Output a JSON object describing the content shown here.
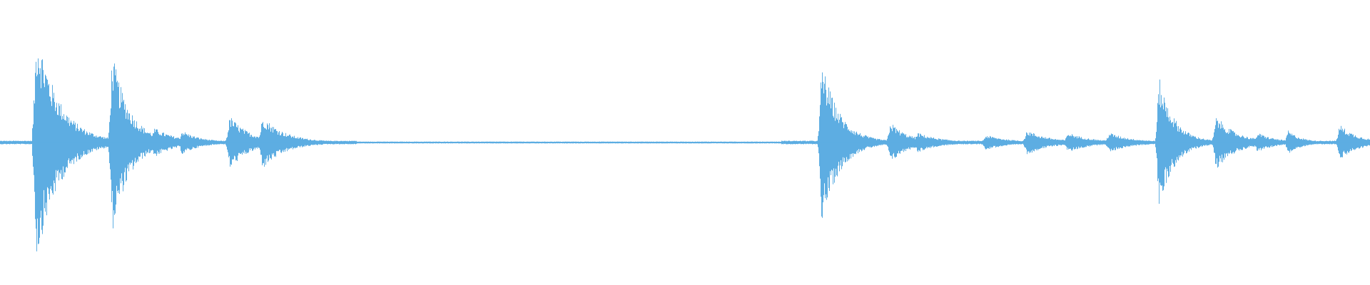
{
  "waveform": {
    "color": "#5dade2",
    "background": "#ffffff",
    "peak_max": 1.0,
    "baseline": 0.0,
    "events": [
      {
        "center": 0.027,
        "amplitude": 0.98,
        "width": 0.01
      },
      {
        "center": 0.082,
        "amplitude": 0.75,
        "width": 0.008
      },
      {
        "center": 0.113,
        "amplitude": 0.12,
        "width": 0.01
      },
      {
        "center": 0.133,
        "amplitude": 0.1,
        "width": 0.008
      },
      {
        "center": 0.168,
        "amplitude": 0.22,
        "width": 0.009
      },
      {
        "center": 0.192,
        "amplitude": 0.22,
        "width": 0.01
      },
      {
        "center": 0.6,
        "amplitude": 0.68,
        "width": 0.008
      },
      {
        "center": 0.65,
        "amplitude": 0.17,
        "width": 0.008
      },
      {
        "center": 0.67,
        "amplitude": 0.08,
        "width": 0.01
      },
      {
        "center": 0.72,
        "amplitude": 0.06,
        "width": 0.01
      },
      {
        "center": 0.75,
        "amplitude": 0.1,
        "width": 0.01
      },
      {
        "center": 0.78,
        "amplitude": 0.08,
        "width": 0.01
      },
      {
        "center": 0.81,
        "amplitude": 0.08,
        "width": 0.01
      },
      {
        "center": 0.846,
        "amplitude": 0.55,
        "width": 0.007
      },
      {
        "center": 0.888,
        "amplitude": 0.22,
        "width": 0.009
      },
      {
        "center": 0.918,
        "amplitude": 0.08,
        "width": 0.008
      },
      {
        "center": 0.94,
        "amplitude": 0.1,
        "width": 0.006
      },
      {
        "center": 0.978,
        "amplitude": 0.15,
        "width": 0.008
      }
    ],
    "noise_floor": 0.012,
    "silence_range": [
      0.26,
      0.57
    ]
  }
}
